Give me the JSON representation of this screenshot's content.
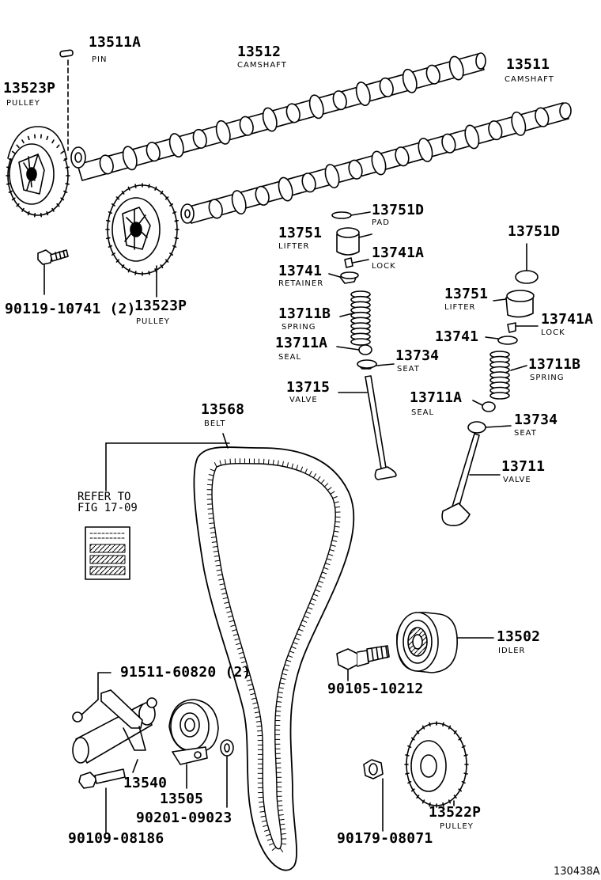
{
  "diagram": {
    "figure_id": "130438A",
    "refer_note": {
      "line1": "REFER TO",
      "line2": "FIG 17-09"
    },
    "parts": [
      {
        "key": "pin",
        "number": "13511A",
        "name": "PIN"
      },
      {
        "key": "camshaft_upper",
        "number": "13512",
        "name": "CAMSHAFT"
      },
      {
        "key": "camshaft_lower",
        "number": "13511",
        "name": "CAMSHAFT"
      },
      {
        "key": "pulley_left",
        "number": "13523P",
        "name": "PULLEY"
      },
      {
        "key": "bolt_pulley",
        "number": "90119-10741 (2)",
        "name": ""
      },
      {
        "key": "pulley_center",
        "number": "13523P",
        "name": "PULLEY"
      },
      {
        "key": "pad_1",
        "number": "13751D",
        "name": "PAD"
      },
      {
        "key": "lifter_1",
        "number": "13751",
        "name": "LIFTER"
      },
      {
        "key": "lock_1",
        "number": "13741A",
        "name": "LOCK"
      },
      {
        "key": "retainer_1",
        "number": "13741",
        "name": "RETAINER"
      },
      {
        "key": "spring_1",
        "number": "13711B",
        "name": "SPRING"
      },
      {
        "key": "seal_1",
        "number": "13711A",
        "name": "SEAL"
      },
      {
        "key": "seat_1",
        "number": "13734",
        "name": "SEAT"
      },
      {
        "key": "valve_1",
        "number": "13715",
        "name": "VALVE"
      },
      {
        "key": "pad_2",
        "number": "13751D",
        "name": ""
      },
      {
        "key": "lifter_2",
        "number": "13751",
        "name": "LIFTER"
      },
      {
        "key": "lock_2",
        "number": "13741A",
        "name": "LOCK"
      },
      {
        "key": "retainer_2",
        "number": "13741",
        "name": ""
      },
      {
        "key": "spring_2",
        "number": "13711B",
        "name": "SPRING"
      },
      {
        "key": "seal_2",
        "number": "13711A",
        "name": "SEAL"
      },
      {
        "key": "seat_2",
        "number": "13734",
        "name": "SEAT"
      },
      {
        "key": "valve_2",
        "number": "13711",
        "name": "VALVE"
      },
      {
        "key": "belt",
        "number": "13568",
        "name": "BELT"
      },
      {
        "key": "idler",
        "number": "13502",
        "name": "IDLER"
      },
      {
        "key": "bolt_idler",
        "number": "90105-10212",
        "name": ""
      },
      {
        "key": "bolt_tensioner",
        "number": "91511-60820 (2)",
        "name": ""
      },
      {
        "key": "tensioner",
        "number": "13540",
        "name": ""
      },
      {
        "key": "tensioner_pulley",
        "number": "13505",
        "name": ""
      },
      {
        "key": "washer",
        "number": "90201-09023",
        "name": ""
      },
      {
        "key": "bolt_lower",
        "number": "90109-08186",
        "name": ""
      },
      {
        "key": "nut_pulley",
        "number": "90179-08071",
        "name": ""
      },
      {
        "key": "crank_pulley",
        "number": "13522P",
        "name": "PULLEY"
      }
    ]
  }
}
